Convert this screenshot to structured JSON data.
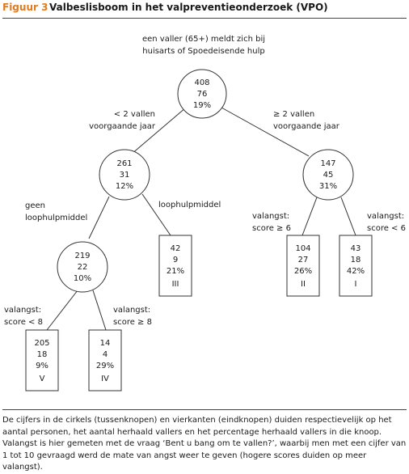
{
  "figure": {
    "label": "Figuur 3",
    "title": "Valbeslisboom in het valpreventieonderzoek (VPO)"
  },
  "root_label": [
    "een valler (65+) meldt zich bij",
    "huisarts of Spoedeisende hulp"
  ],
  "nodes": {
    "root": [
      "408",
      "76",
      "19%"
    ],
    "left": [
      "261",
      "31",
      "12%"
    ],
    "right": [
      "147",
      "45",
      "31%"
    ],
    "leftleft": [
      "219",
      "22",
      "10%"
    ],
    "leaf_III": [
      "42",
      "9",
      "21%",
      "III"
    ],
    "leaf_II": [
      "104",
      "27",
      "26%",
      "II"
    ],
    "leaf_I": [
      "43",
      "18",
      "42%",
      "I"
    ],
    "leaf_V": [
      "205",
      "18",
      "9%",
      "V"
    ],
    "leaf_IV": [
      "14",
      "4",
      "29%",
      "IV"
    ]
  },
  "edge_labels": {
    "lt2": [
      "< 2 vallen",
      "voorgaande jaar"
    ],
    "ge2": [
      "≥ 2 vallen",
      "voorgaande jaar"
    ],
    "geen": [
      "geen",
      "loophulpmiddel"
    ],
    "loop": [
      "loophulpmiddel"
    ],
    "ge6": [
      "valangst:",
      "score ≥ 6"
    ],
    "lt6": [
      "valangst:",
      "score < 6"
    ],
    "lt8": [
      "valangst:",
      "score < 8"
    ],
    "ge8": [
      "valangst:",
      "score ≥ 8"
    ]
  },
  "caption": "De cijfers in de cirkels (tussenknopen) en vierkanten (eindknopen) duiden respectievelijk op het aantal personen, het aantal herhaald vallers en het percentage herhaald vallers in die knoop. Valangst is hier gemeten met de vraag ‘Bent u bang om te vallen?’, waarbij men met een cijfer van 1 tot 10 gevraagd werd de mate van angst weer te geven (hogere scores duiden op meer valangst)."
}
